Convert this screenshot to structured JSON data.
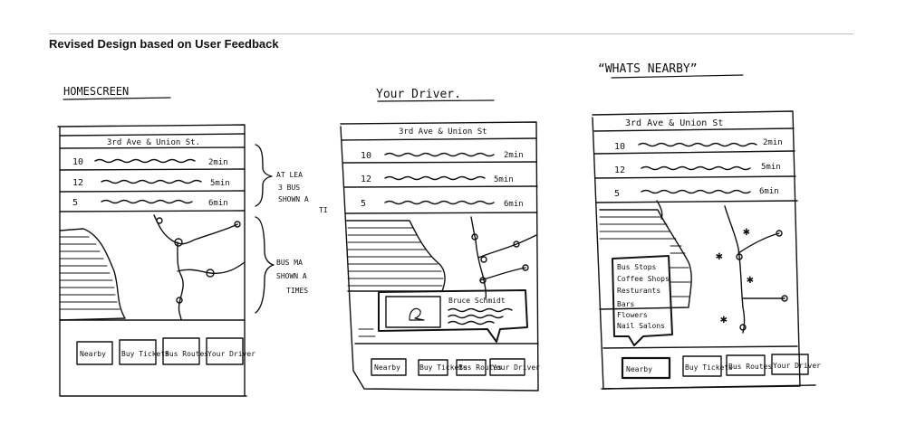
{
  "heading": "Revised Design based on User Feedback",
  "screens": {
    "home": {
      "title": "HOMESCREEN",
      "intersection": "3rd Ave & Union St.",
      "arrivals": [
        {
          "route": "10",
          "eta": "2min"
        },
        {
          "route": "12",
          "eta": "5min"
        },
        {
          "route": "5",
          "eta": "6min"
        }
      ],
      "nav": [
        "Nearby",
        "Buy Tickets",
        "Bus Routes",
        "Your Driver"
      ],
      "annotations": [
        [
          "AT LEA",
          "3 BUS",
          "SHOWN A",
          "TI"
        ],
        [
          "BUS MA",
          "SHOWN A",
          "TIMES"
        ]
      ]
    },
    "driver": {
      "title": "Your Driver.",
      "intersection": "3rd Ave & Union St",
      "arrivals": [
        {
          "route": "10",
          "eta": "2min"
        },
        {
          "route": "12",
          "eta": "5min"
        },
        {
          "route": "5",
          "eta": "6min"
        }
      ],
      "popup_name": "Bruce Schmidt",
      "nav": [
        "Nearby",
        "Buy Tickets",
        "Bus Routes",
        "Your Driver"
      ]
    },
    "nearby": {
      "title": "“WHATS NEARBY”",
      "intersection": "3rd Ave & Union St",
      "arrivals": [
        {
          "route": "10",
          "eta": "2min"
        },
        {
          "route": "12",
          "eta": "5min"
        },
        {
          "route": "5",
          "eta": "6min"
        }
      ],
      "popup_items": [
        "Bus Stops",
        "Coffee Shops",
        "Resturants",
        "Bars",
        "Flowers",
        "Nail Salons"
      ],
      "nav": [
        "Nearby",
        "Buy Tickets",
        "Bus Routes",
        "Your Driver"
      ]
    }
  }
}
